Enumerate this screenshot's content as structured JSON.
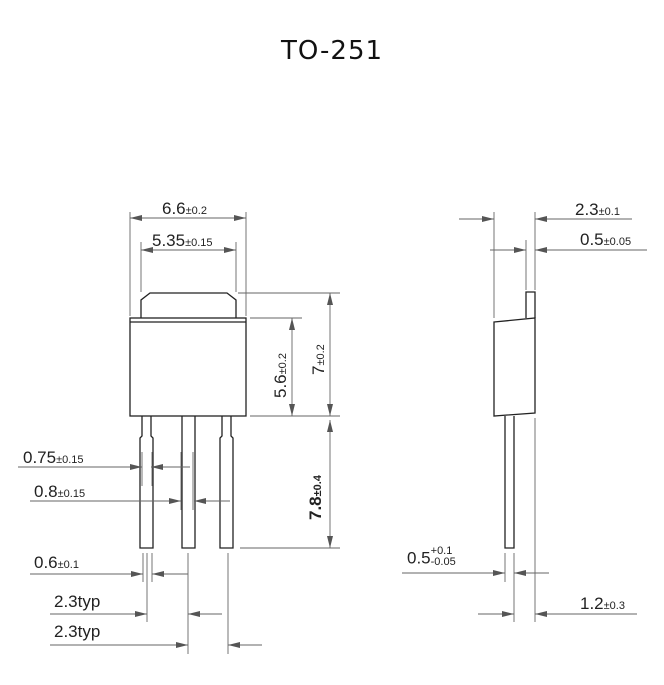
{
  "title": "TO-251",
  "front_view": {
    "dims": {
      "width_total": {
        "value": "6.6",
        "tol": "±0.2"
      },
      "tab_width": {
        "value": "5.35",
        "tol": "±0.15"
      },
      "body_height": {
        "value": "5.6",
        "tol": "±0.2"
      },
      "total_height": {
        "value": "7",
        "tol": "±0.2"
      },
      "lead_upper_width": {
        "value": "0.75",
        "tol": "±0.15"
      },
      "center_lead_width": {
        "value": "0.8",
        "tol": "±0.15"
      },
      "lead_length": {
        "value": "7.8",
        "tol": "±0.4"
      },
      "lead_width": {
        "value": "0.6",
        "tol": "±0.1"
      },
      "pitch_1": {
        "value": "2.3typ"
      },
      "pitch_2": {
        "value": "2.3typ"
      }
    }
  },
  "side_view": {
    "dims": {
      "thickness": {
        "value": "2.3",
        "tol": "±0.1"
      },
      "tab_thickness": {
        "value": "0.5",
        "tol": "±0.05"
      },
      "lead_thickness": {
        "value": "0.5",
        "tol_plus": "+0.1",
        "tol_minus": "-0.05"
      },
      "lead_offset": {
        "value": "1.2",
        "tol": "±0.3"
      }
    }
  },
  "colors": {
    "outline": "#222222",
    "dimension": "#555555"
  }
}
